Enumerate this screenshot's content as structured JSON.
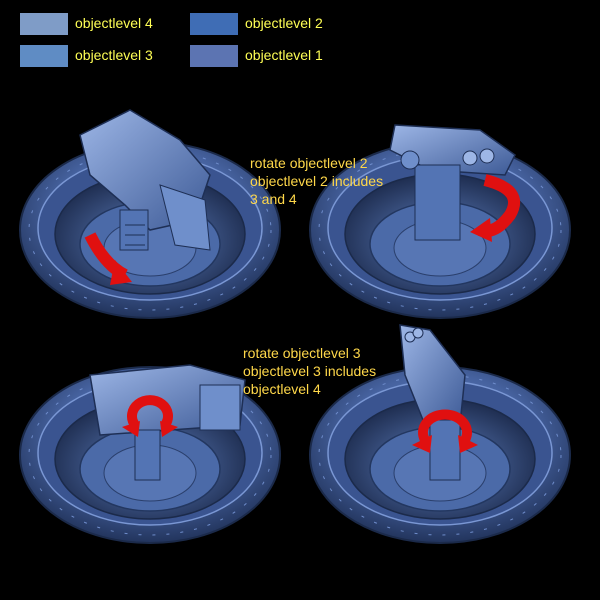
{
  "legend": [
    {
      "label": "objectlevel 4",
      "color": "#7f9cc7"
    },
    {
      "label": "objectlevel 2",
      "color": "#3f6db5"
    },
    {
      "label": "objectlevel 3",
      "color": "#5f8cc4"
    },
    {
      "label": "objectlevel 1",
      "color": "#5c74b2"
    }
  ],
  "annotations": {
    "rotate2": [
      "rotate objectlevel 2",
      "objectlevel 2 includes",
      "3 and 4"
    ],
    "rotate3": [
      "rotate objectlevel 3",
      "objectlevel 3 includes",
      "objectlevel 4"
    ]
  },
  "colors": {
    "background": "#000000",
    "model": "#4f6fb0",
    "model_dark": "#2c4270",
    "model_light": "#8ea9dc",
    "arrow": "#e01010",
    "annotation_text": "#ffd84a",
    "legend_text": "#ffff55"
  }
}
